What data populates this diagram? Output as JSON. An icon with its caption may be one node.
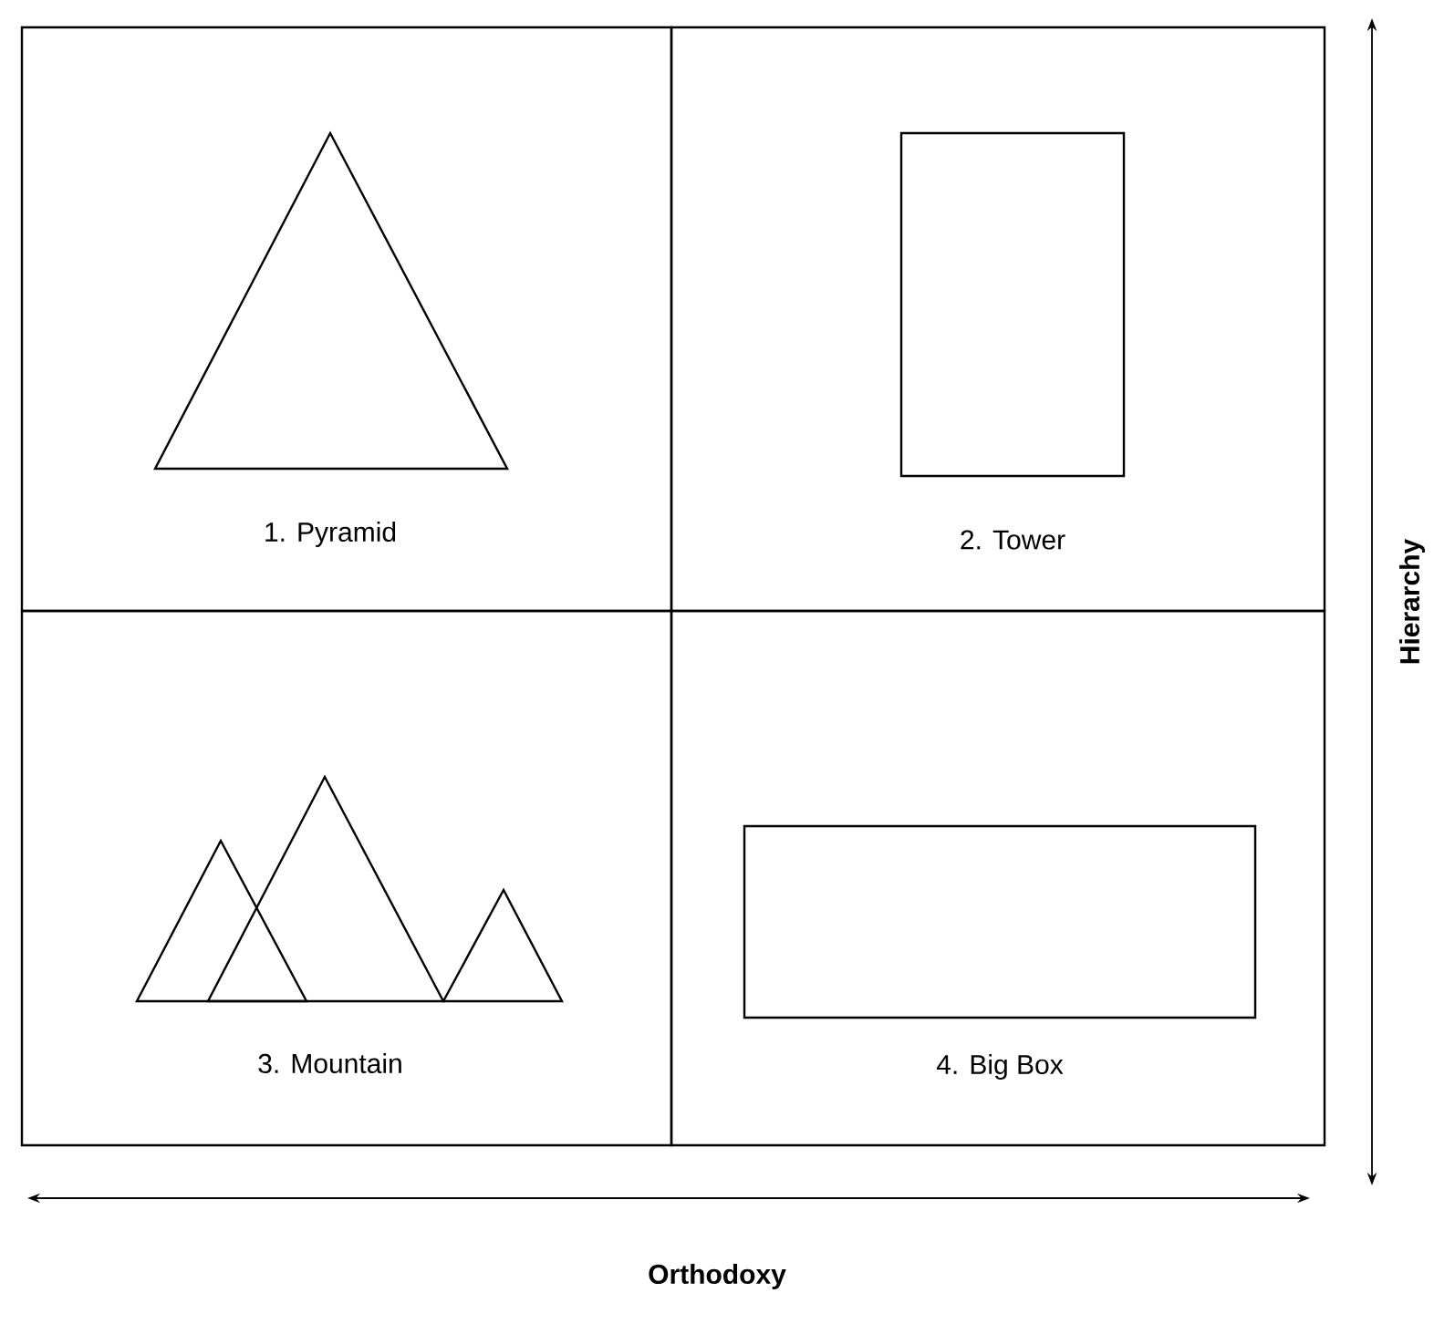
{
  "diagram": {
    "nodes": [
      {
        "text": [
          "1. Pyramid"
        ]
      },
      {
        "text": [
          "2. Tower"
        ]
      },
      {
        "text": [
          "3. Mountain"
        ]
      },
      {
        "text": [
          "4. Big Box"
        ]
      }
    ],
    "labels": [
      "Hierarchy",
      "Orthodoxy"
    ]
  }
}
